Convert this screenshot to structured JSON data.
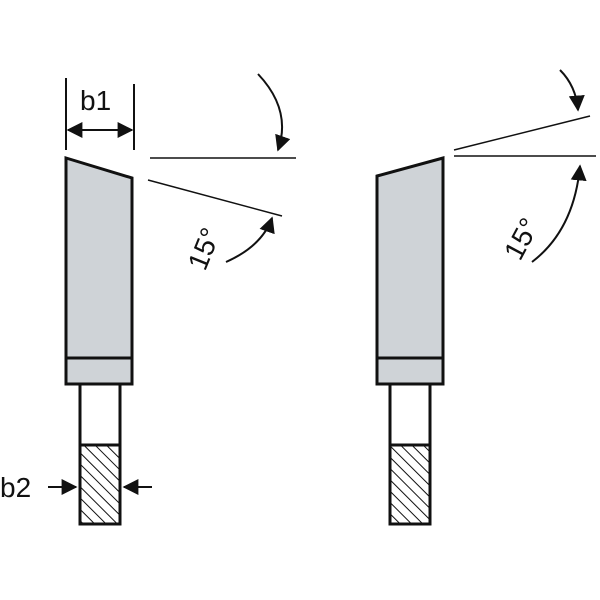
{
  "labels": {
    "b1": "b1",
    "b2": "b2",
    "angle_left": "15°",
    "angle_right": "15°"
  },
  "colors": {
    "tooth_fill": "#cfd3d7",
    "stroke": "#111111",
    "background": "#ffffff"
  }
}
